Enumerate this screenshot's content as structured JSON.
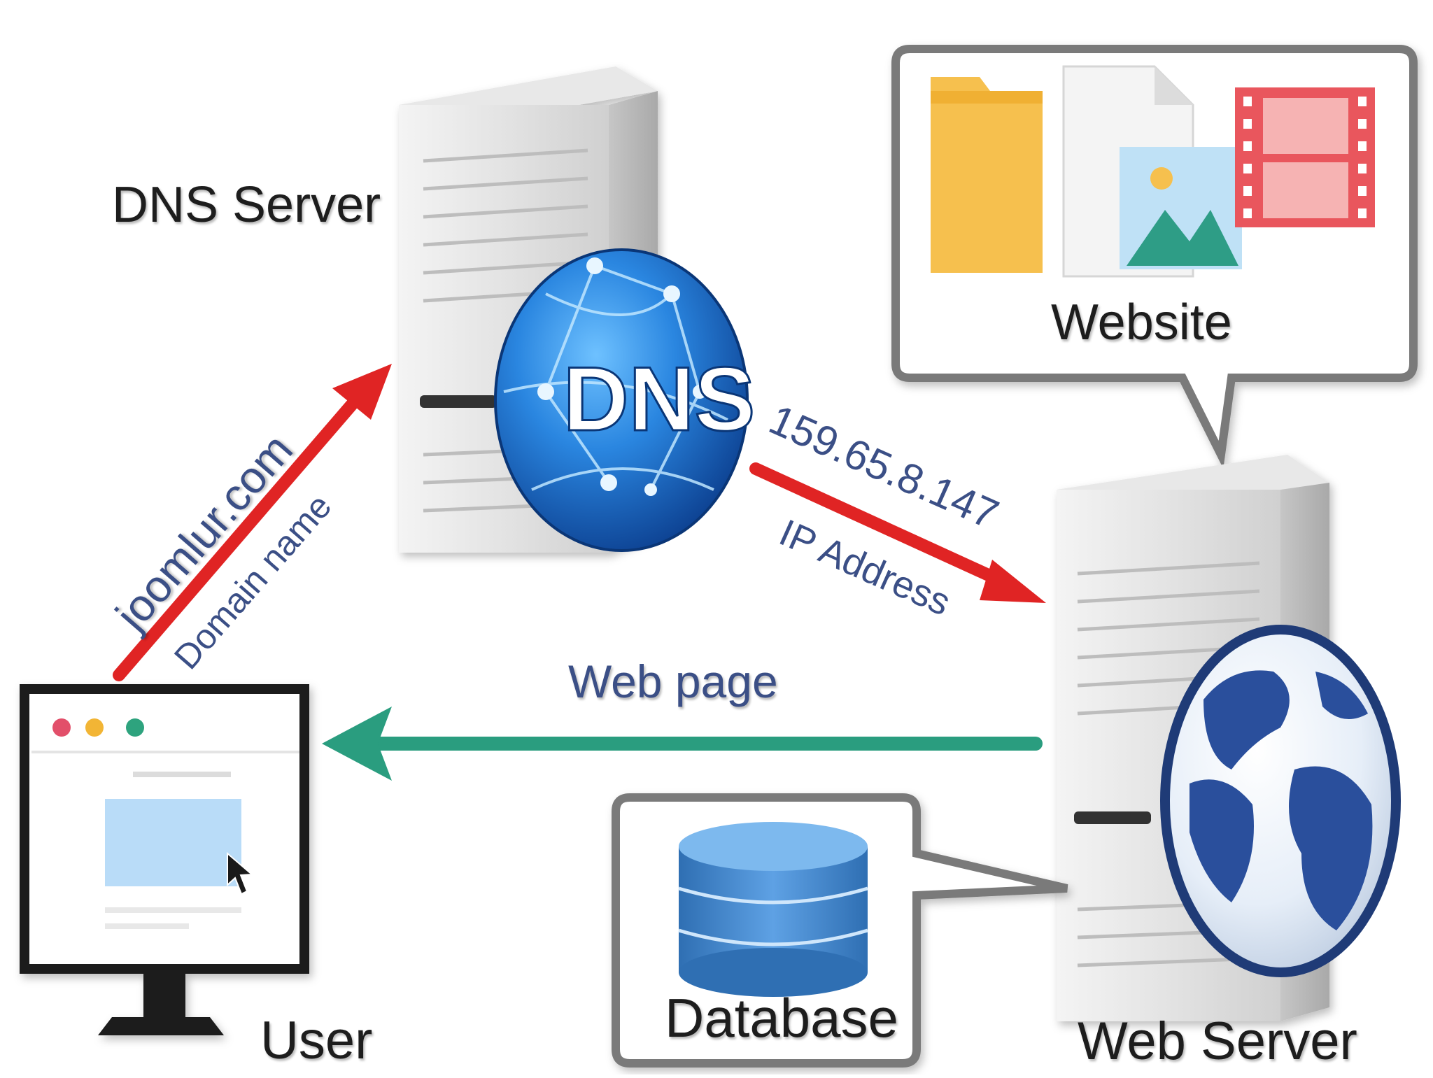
{
  "labels": {
    "dns_server": "DNS Server",
    "website": "Website",
    "user": "User",
    "database": "Database",
    "web_server": "Web Server",
    "web_page": "Web page"
  },
  "globe_text": "DNS",
  "arrows": {
    "domain": {
      "text": "joomlur.com",
      "sub": "Domain name"
    },
    "ip": {
      "text": "159.65.8.147",
      "sub": "IP Address"
    }
  },
  "icons": [
    "server-icon",
    "dns-globe-icon",
    "folder-icon",
    "image-file-icon",
    "film-icon",
    "browser-monitor-icon",
    "cursor-icon",
    "database-icon",
    "world-globe-icon"
  ],
  "colors": {
    "request_arrow": "#e02424",
    "response_arrow": "#2a9d7f",
    "dns_globe": "#1e6fd0",
    "folder": "#f6c04e",
    "film": "#e9565d",
    "database": "#4a8ed1",
    "arrow_text": "#3b4f86"
  }
}
